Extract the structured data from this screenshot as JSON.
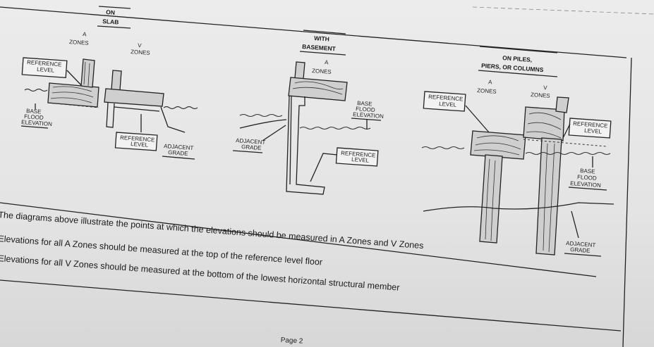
{
  "slab": {
    "header_lines": [
      "ON",
      "SLAB"
    ],
    "a_zone_lines": [
      "A",
      "ZONES"
    ],
    "v_zone_lines": [
      "V",
      "ZONES"
    ],
    "reference_level_a": [
      "REFERENCE",
      "LEVEL"
    ],
    "base_flood_elevation": [
      "BASE",
      "FLOOD",
      "ELEVATION"
    ],
    "reference_level_v": [
      "REFERENCE",
      "LEVEL"
    ],
    "adjacent_grade": [
      "ADJACENT",
      "GRADE"
    ]
  },
  "basement": {
    "header_lines": [
      "WITH",
      "BASEMENT"
    ],
    "a_zone_lines": [
      "A",
      "ZONES"
    ],
    "base_flood_elevation": [
      "BASE",
      "FLOOD",
      "ELEVATION"
    ],
    "adjacent_grade": [
      "ADJACENT",
      "GRADE"
    ],
    "reference_level": [
      "REFERENCE",
      "LEVEL"
    ]
  },
  "piles": {
    "header_lines": [
      "ON PILES,",
      "PIERS, OR COLUMNS"
    ],
    "a_zone_lines": [
      "A",
      "ZONES"
    ],
    "v_zone_lines": [
      "V",
      "ZONES"
    ],
    "reference_level_a": [
      "REFERENCE",
      "LEVEL"
    ],
    "reference_level_v": [
      "REFERENCE",
      "LEVEL"
    ],
    "base_flood_elevation": [
      "BASE",
      "FLOOD",
      "ELEVATION"
    ],
    "adjacent_grade": [
      "ADJACENT",
      "GRADE"
    ]
  },
  "caption": {
    "line1": "The diagrams above illustrate the points at which the elevations should be measured in A Zones and V Zones",
    "line2": "Elevations for all A Zones should be measured at the top of the reference level floor",
    "line3": "Elevations for all V Zones should be measured at the bottom of the lowest horizontal structural member"
  },
  "footer": {
    "page": "Page 2"
  }
}
